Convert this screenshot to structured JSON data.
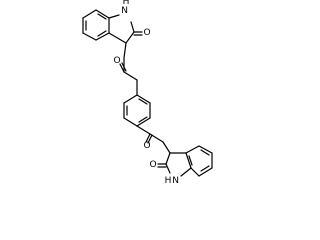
{
  "molecule": {
    "atoms": [
      {
        "id": "nh_top",
        "label": "N\nH"
      },
      {
        "id": "o_lactam_top",
        "label": "O"
      },
      {
        "id": "o_ketone_top",
        "label": "O"
      },
      {
        "id": "o_ketone_bottom",
        "label": "O"
      },
      {
        "id": "o_lactam_bottom",
        "label": "O"
      },
      {
        "id": "nh_bottom",
        "label": "H\nN"
      }
    ]
  },
  "colors": {
    "bond": "#000000",
    "label": "#000000",
    "background": "#ffffff"
  }
}
